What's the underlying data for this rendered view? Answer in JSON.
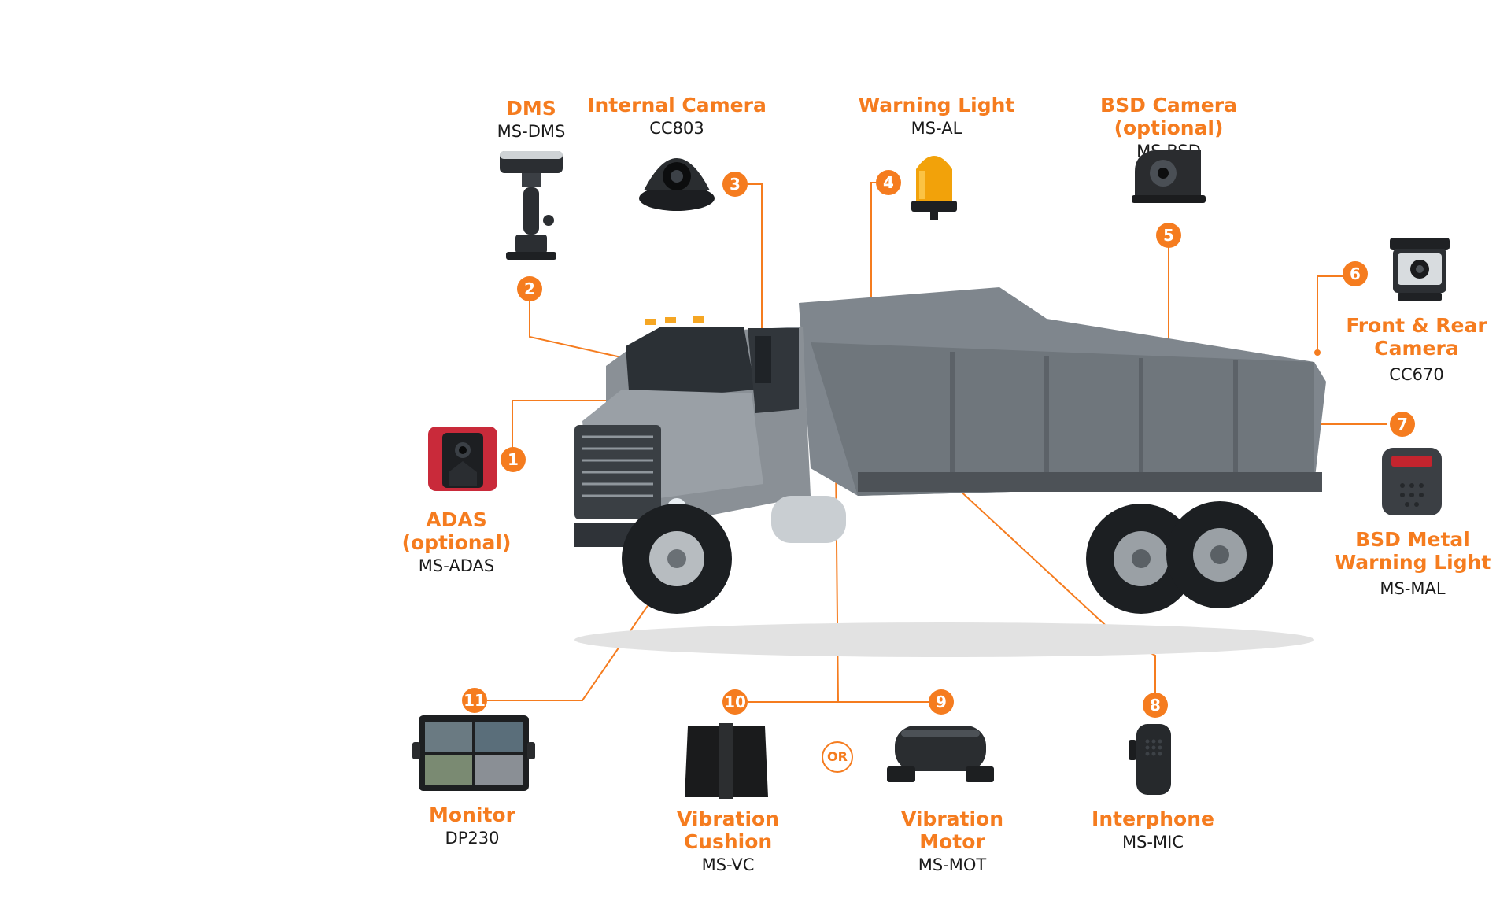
{
  "colors": {
    "accent": "#f57c1f",
    "text": "#1a1a1a",
    "truck": "#7d8389",
    "background": "#ffffff"
  },
  "devices": [
    {
      "num": "1",
      "title": "ADAS (optional)",
      "model": "MS-ADAS"
    },
    {
      "num": "2",
      "title": "DMS",
      "model": "MS-DMS"
    },
    {
      "num": "3",
      "title": "Internal Camera",
      "model": "CC803"
    },
    {
      "num": "4",
      "title": "Warning Light",
      "model": "MS-AL"
    },
    {
      "num": "5",
      "title": "BSD Camera (optional)",
      "model": "MS-BSD"
    },
    {
      "num": "6",
      "title": "Front & Rear Camera",
      "model": "CC670"
    },
    {
      "num": "7",
      "title": "BSD Metal Warning Light",
      "model": "MS-MAL"
    },
    {
      "num": "8",
      "title": "Interphone",
      "model": "MS-MIC"
    },
    {
      "num": "9",
      "title": "Vibration Motor",
      "model": "MS-MOT"
    },
    {
      "num": "10",
      "title": "Vibration Cushion",
      "model": "MS-VC"
    },
    {
      "num": "11",
      "title": "Monitor",
      "model": "DP230"
    }
  ],
  "or_label": "OR",
  "icons": [
    "dms-camera-icon",
    "dome-camera-icon",
    "amber-beacon-icon",
    "side-camera-icon",
    "rear-camera-icon",
    "adas-camera-icon",
    "warning-light-box-icon",
    "handheld-mic-icon",
    "vibration-motor-icon",
    "vibration-cushion-icon",
    "quad-monitor-icon",
    "dump-truck-icon"
  ]
}
